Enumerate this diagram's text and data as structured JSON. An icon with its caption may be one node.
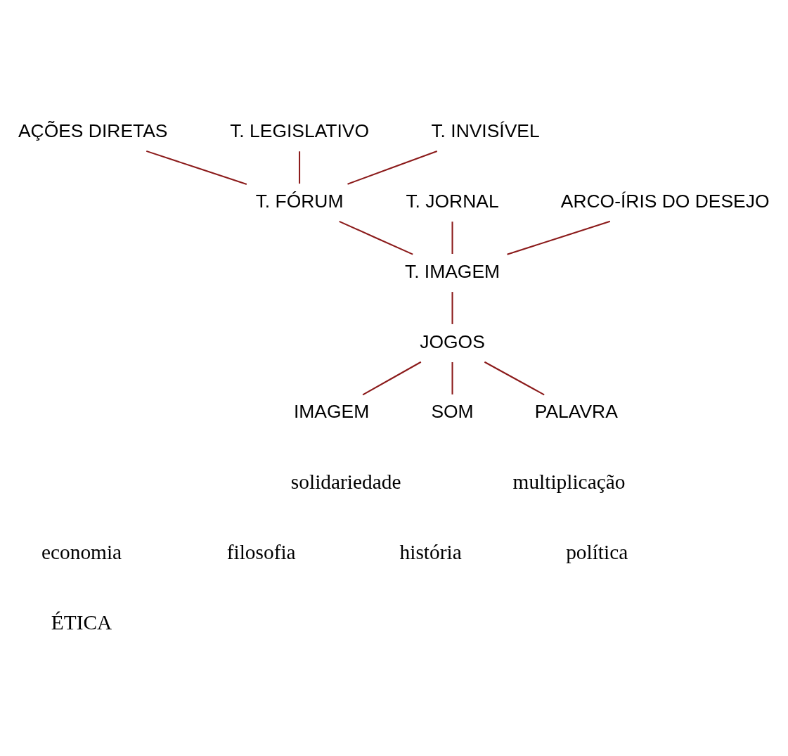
{
  "diagram": {
    "nodes": [
      {
        "text": [
          "AÇÕES DIRETAS"
        ]
      },
      {
        "text": [
          "T. LEGISLATIVO"
        ]
      },
      {
        "text": [
          "T. INVISÍVEL"
        ]
      },
      {
        "text": [
          "T. FÓRUM"
        ]
      },
      {
        "text": [
          "T. JORNAL"
        ]
      },
      {
        "text": [
          "ARCO-ÍRIS DO DESEJO"
        ]
      },
      {
        "text": [
          "T. IMAGEM"
        ]
      },
      {
        "text": [
          "JOGOS"
        ]
      },
      {
        "text": [
          "IMAGEM"
        ]
      },
      {
        "text": [
          "SOM"
        ]
      },
      {
        "text": [
          "PALAVRA"
        ]
      }
    ],
    "edges": [
      {
        "from": 0,
        "to": 3,
        "arrow": "none"
      },
      {
        "from": 1,
        "to": 3,
        "arrow": "none"
      },
      {
        "from": 2,
        "to": 3,
        "arrow": "none"
      },
      {
        "from": 3,
        "to": 6,
        "arrow": "none"
      },
      {
        "from": 4,
        "to": 6,
        "arrow": "none"
      },
      {
        "from": 5,
        "to": 6,
        "arrow": "none"
      },
      {
        "from": 6,
        "to": 7,
        "arrow": "none"
      },
      {
        "from": 7,
        "to": 8,
        "arrow": "none"
      },
      {
        "from": 7,
        "to": 9,
        "arrow": "none"
      },
      {
        "from": 7,
        "to": 10,
        "arrow": "none"
      }
    ],
    "labels": [
      "solidariedade",
      "multiplicação",
      "economia",
      "filosofia",
      "história",
      "política",
      "ÉTICA"
    ]
  }
}
